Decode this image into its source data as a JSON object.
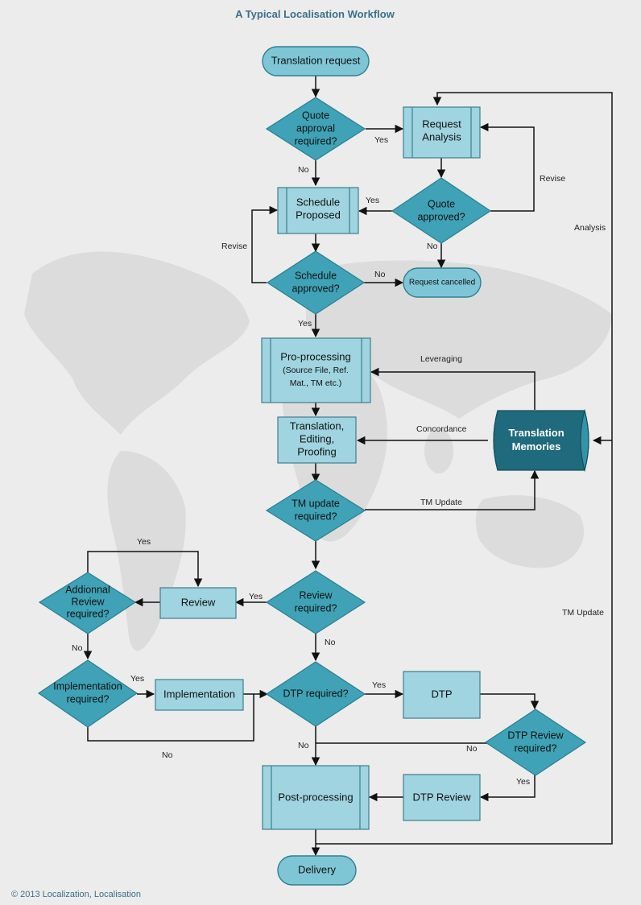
{
  "title": "A Typical Localisation Workflow",
  "copyright": "© 2013 Localization, Localisation",
  "nodes": {
    "translation_request": [
      "Translation request"
    ],
    "quote_required": [
      "Quote",
      "approval",
      "required?"
    ],
    "request_analysis": [
      "Request",
      "Analysis"
    ],
    "quote_approved": [
      "Quote",
      "approved?"
    ],
    "schedule_proposed": [
      "Schedule",
      "Proposed"
    ],
    "schedule_approved": [
      "Schedule",
      "approved?"
    ],
    "request_cancelled": [
      "Request cancelled"
    ],
    "pre_processing": [
      "Pro-processing",
      "(Source File, Ref.",
      "Mat., TM etc.)"
    ],
    "translation": [
      "Translation,",
      "Editing,",
      "Proofing"
    ],
    "translation_memories": [
      "Translation",
      "Memories"
    ],
    "tm_update_required": [
      "TM update",
      "required?"
    ],
    "review_required": [
      "Review",
      "required?"
    ],
    "review": [
      "Review"
    ],
    "additional_review": [
      "Addionnal",
      "Review",
      "required?"
    ],
    "implementation_required": [
      "Implementation",
      "required?"
    ],
    "implementation": [
      "Implementation"
    ],
    "dtp_required": [
      "DTP required?"
    ],
    "dtp": [
      "DTP"
    ],
    "dtp_review_required": [
      "DTP Review",
      "required?"
    ],
    "dtp_review": [
      "DTP Review"
    ],
    "post_processing": [
      "Post-processing"
    ],
    "delivery": [
      "Delivery"
    ]
  },
  "labels": {
    "yes": "Yes",
    "no": "No",
    "revise": "Revise",
    "analysis": "Analysis",
    "leveraging": "Leveraging",
    "concordance": "Concordance",
    "tm_update": "TM Update"
  },
  "colors": {
    "process_fill": "#9fd4e0",
    "decision_fill": "#3fa2b6",
    "terminator_fill": "#7ec6d6",
    "database_fill": "#1f6a7c",
    "title_color": "#3a6f8a"
  }
}
